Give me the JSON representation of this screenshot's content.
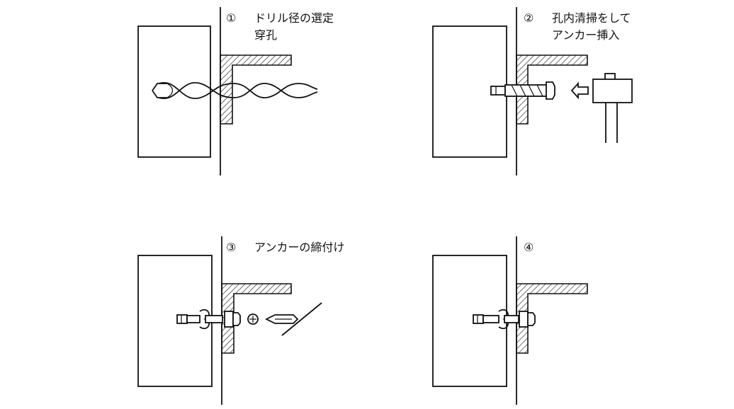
{
  "colors": {
    "line": "#111111",
    "background": "#ffffff"
  },
  "steps": [
    {
      "number": "①",
      "line1": "ドリル径の選定",
      "line2": "穿孔"
    },
    {
      "number": "②",
      "line1": "孔内清掃をして",
      "line2": "アンカー挿入"
    },
    {
      "number": "③",
      "line1": "アンカーの締付け",
      "line2": ""
    },
    {
      "number": "④",
      "line1": "",
      "line2": ""
    }
  ]
}
